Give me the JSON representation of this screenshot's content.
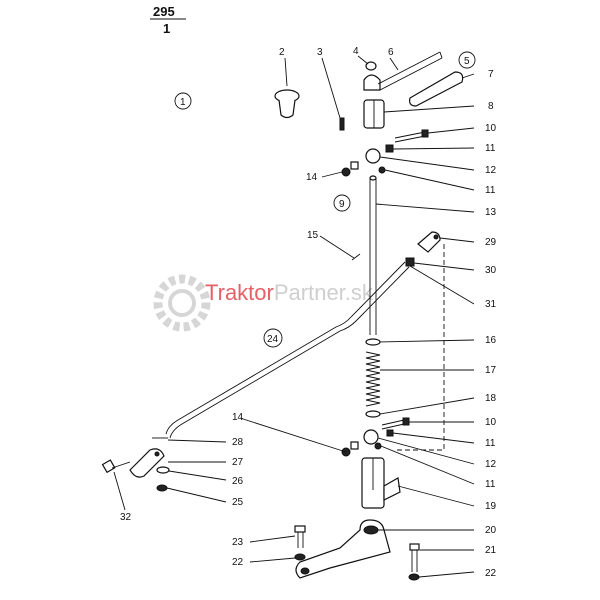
{
  "header": {
    "page": "295",
    "sheet": "1"
  },
  "watermark": {
    "part1": "Traktor",
    "part2": "Partner",
    "part3": ".sk",
    "color1": "#e0454a",
    "color2": "#c9c9c9"
  },
  "groups": {
    "g1": "1",
    "g5": "5",
    "g9": "9",
    "g24": "24"
  },
  "labels": {
    "l2": "2",
    "l3": "3",
    "l4": "4",
    "l6": "6",
    "l7": "7",
    "l8": "8",
    "l10a": "10",
    "l11a": "11",
    "l12a": "12",
    "l11b": "11",
    "l14a": "14",
    "l13": "13",
    "l15": "15",
    "l29": "29",
    "l30": "30",
    "l31": "31",
    "l16": "16",
    "l17": "17",
    "l18": "18",
    "l10b": "10",
    "l11c": "11",
    "l12b": "12",
    "l11d": "11",
    "l14b": "14",
    "l19": "19",
    "l20": "20",
    "l21": "21",
    "l22a": "22",
    "l22b": "22",
    "l23": "23",
    "l28": "28",
    "l27": "27",
    "l26": "26",
    "l25": "25",
    "l32": "32"
  }
}
